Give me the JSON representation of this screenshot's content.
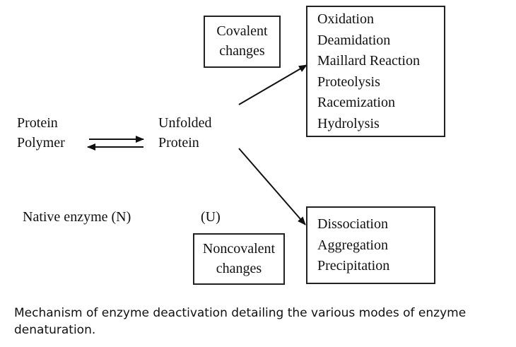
{
  "diagram": {
    "protein_polymer": [
      "Protein",
      "Polymer"
    ],
    "unfolded_protein": [
      "Unfolded",
      "Protein"
    ],
    "native_enzyme": "Native enzyme (N)",
    "unfolded_symbol": "(U)",
    "covalent_label": [
      "Covalent",
      "changes"
    ],
    "covalent_items": [
      "Oxidation",
      "Deamidation",
      "Maillard Reaction",
      "Proteolysis",
      "Racemization",
      "Hydrolysis"
    ],
    "noncovalent_label": [
      "Noncovalent",
      "changes"
    ],
    "noncovalent_items": [
      "Dissociation",
      "Aggregation",
      "Precipitation"
    ]
  },
  "caption": "Mechanism of enzyme deactivation detailing the various modes of enzyme denaturation."
}
